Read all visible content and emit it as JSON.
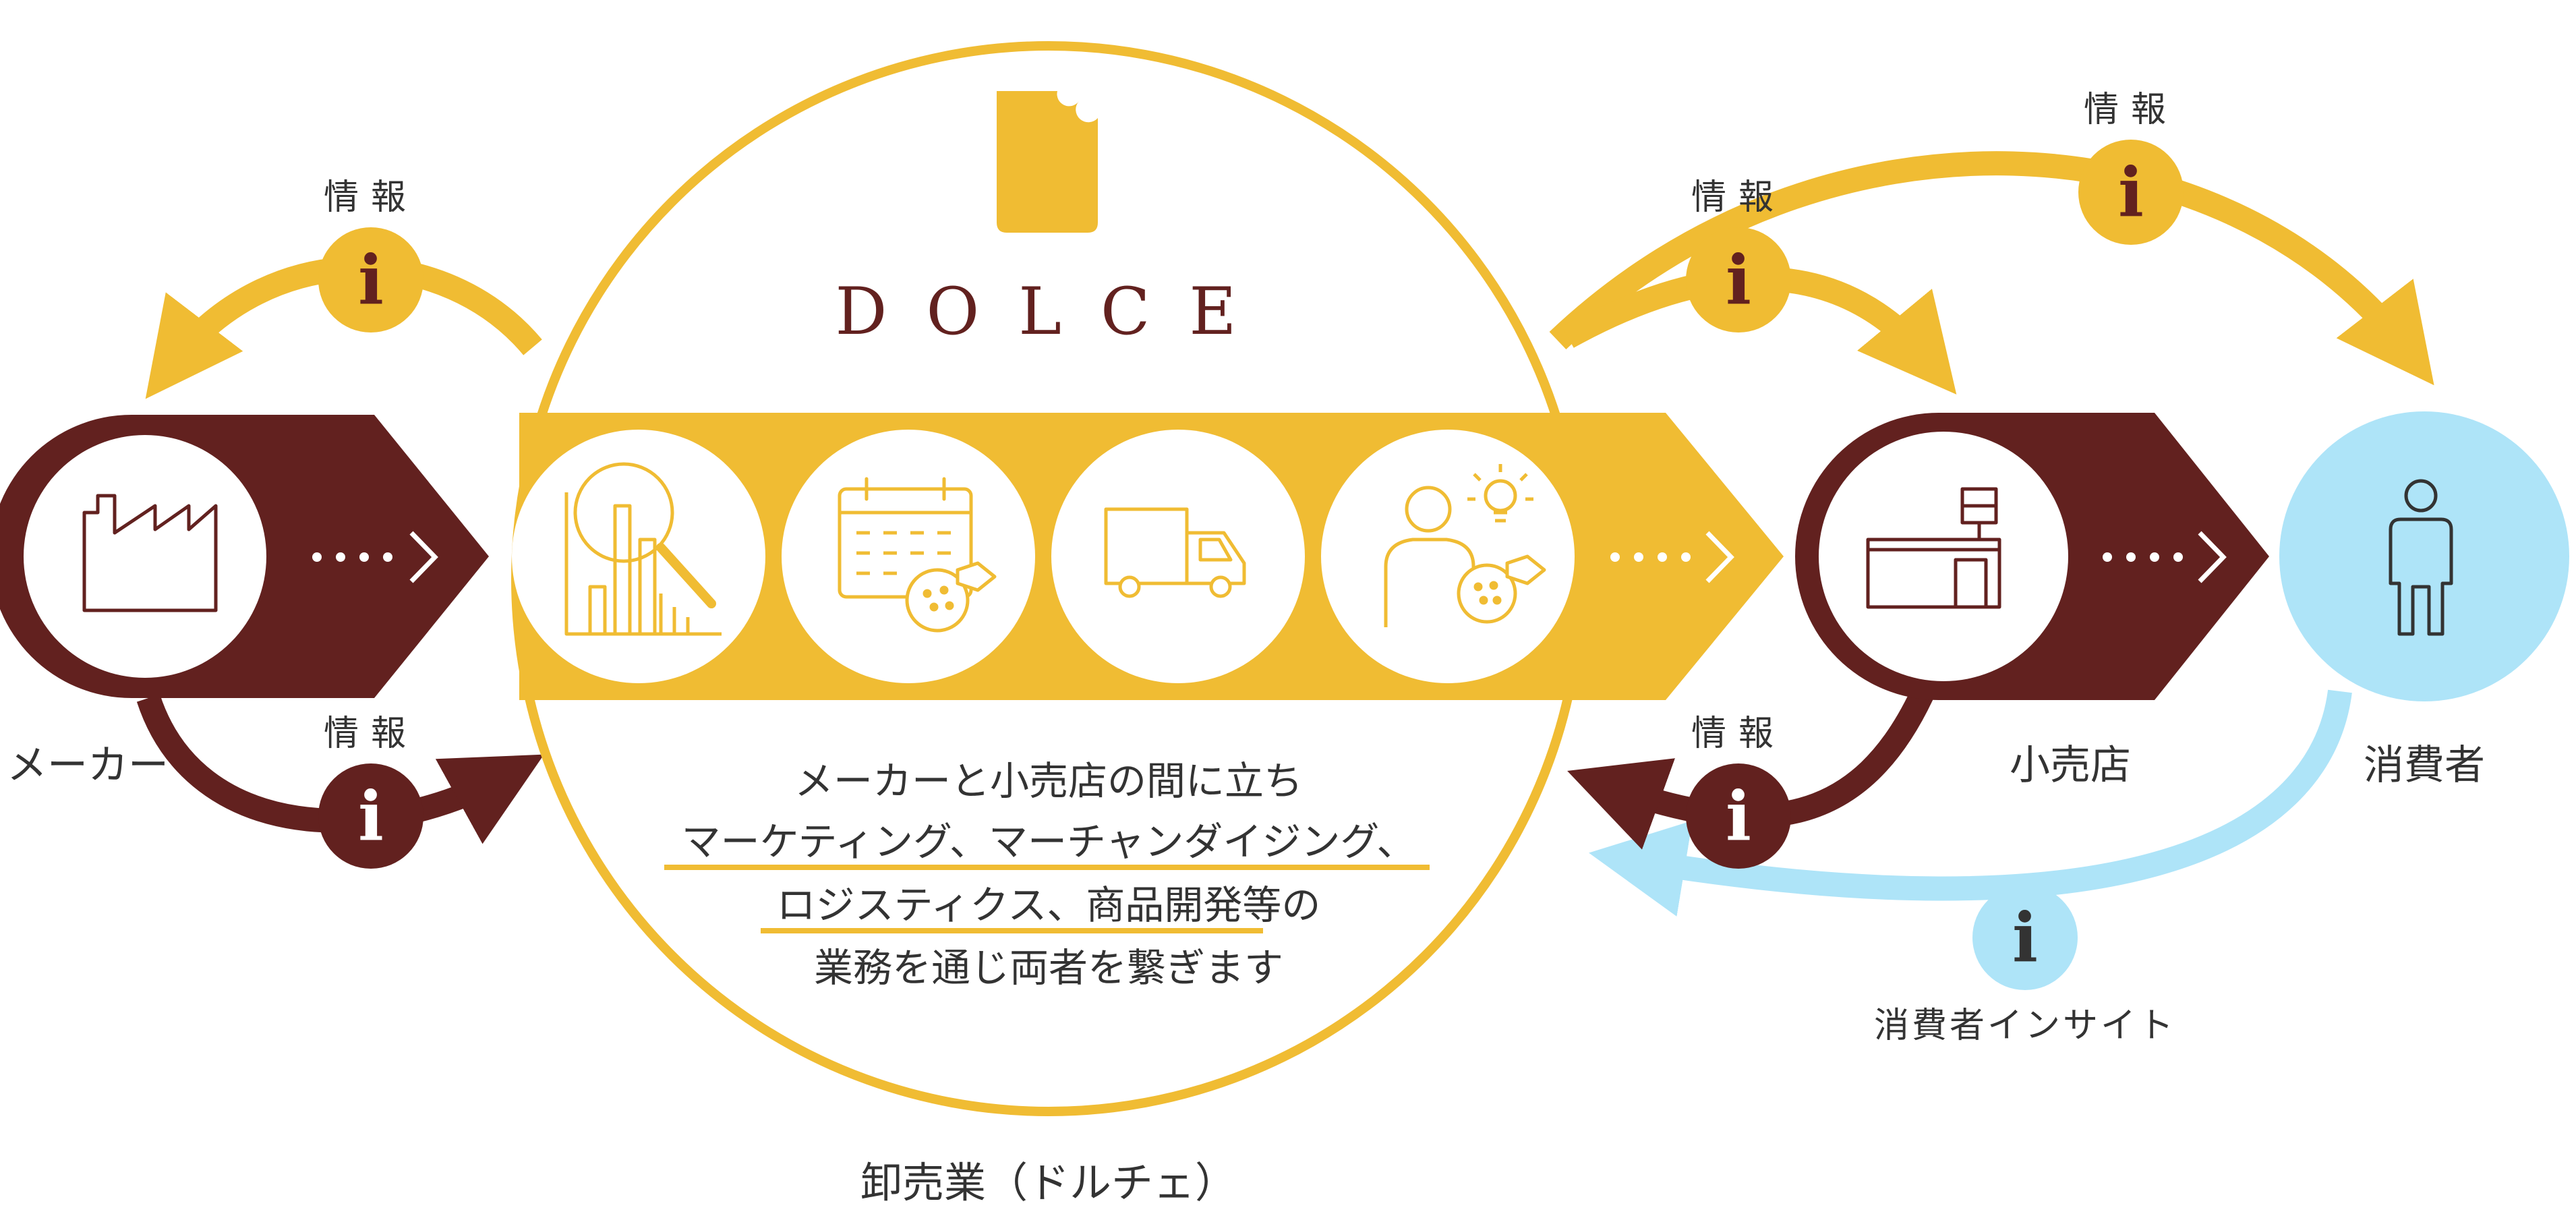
{
  "brand": {
    "name": "DOLCE"
  },
  "labels": {
    "maker": "メーカー",
    "retailer": "小売店",
    "consumer": "消費者",
    "wholesale": "卸売業（ドルチェ）"
  },
  "info": {
    "maker_top": "情報",
    "maker_bottom": "情報",
    "retailer_top": "情報",
    "retailer_bottom": "情報",
    "consumer_top": "情報",
    "consumer_insight": "消費者インサイト",
    "icon_letter": "i"
  },
  "description": {
    "line1": "メーカーと小売店の間に立ち",
    "line2": "マーケティング、マーチャンダイジング、",
    "line3": "ロジスティクス、商品開発等の",
    "line4": "業務を通じ両者を繋ぎます"
  },
  "icons": {
    "maker": "factory-icon",
    "marketing": "market-analysis-icon",
    "merchandising": "calendar-sweets-icon",
    "logistics": "truck-icon",
    "development": "idea-person-icon",
    "retailer": "store-icon",
    "consumer": "person-icon",
    "info": "info-icon"
  },
  "colors": {
    "yellow": "#F0BC33",
    "brown": "#62211F",
    "blue": "#AEE4F8",
    "text": "#333333"
  }
}
